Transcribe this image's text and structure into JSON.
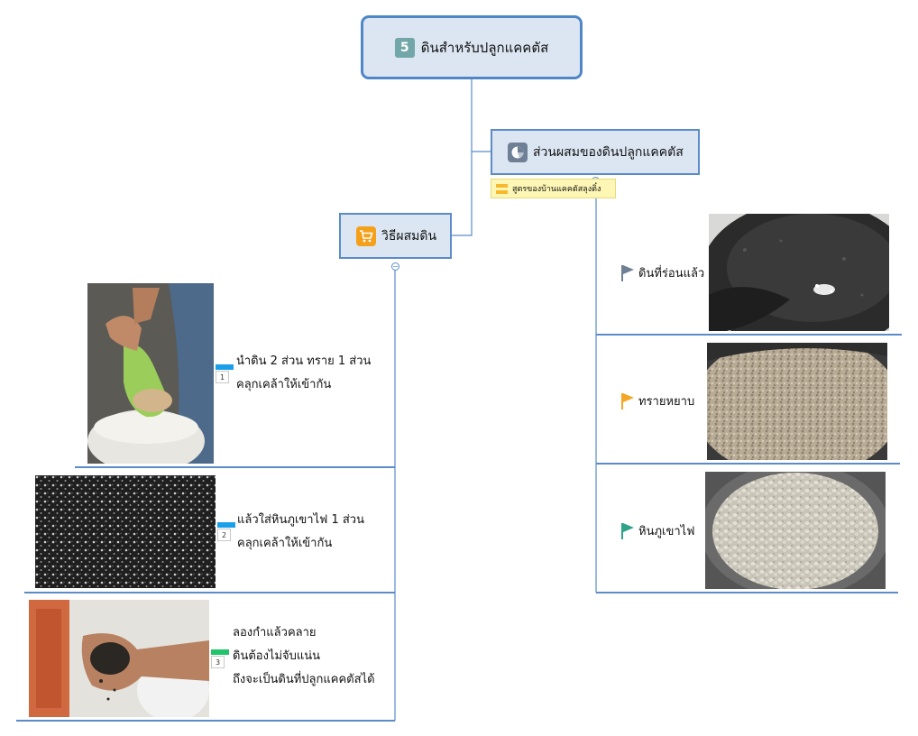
{
  "root": {
    "number": "5",
    "title": "ดินสำหรับปลูกแคคตัส"
  },
  "ratio_topic": {
    "title": "ส่วนผสมของดินปลูกแคคตัส",
    "icon": "pie-chart-icon",
    "note": "สูตรของบ้านแคคตัสลุงติ๋ง",
    "items": [
      {
        "label": "ดินที่ร่อนแล้ว",
        "flag_color": "#6f7f95",
        "photo": "sifted-soil-photo"
      },
      {
        "label": "ทรายหยาบ",
        "flag_color": "#f5a623",
        "photo": "coarse-sand-photo"
      },
      {
        "label": "หินภูเขาไฟ",
        "flag_color": "#2fa38a",
        "photo": "pumice-photo"
      }
    ]
  },
  "mix_topic": {
    "title": "วิธีผสมดิน",
    "icon": "cart-icon",
    "steps": [
      {
        "number": "1",
        "marker_color": "#1aa0e8",
        "lines": [
          "นำดิน 2 ส่วน ทราย 1 ส่วน",
          "คลุกเคล้าให้เข้ากัน"
        ]
      },
      {
        "number": "2",
        "marker_color": "#1aa0e8",
        "lines": [
          "แล้วใส่หินภูเขาไฟ 1 ส่วน",
          "คลุกเคล้าให้เข้ากัน"
        ]
      },
      {
        "number": "3",
        "marker_color": "#21c46b",
        "lines": [
          "ลองกำแล้วคลาย",
          "ดินต้องไม่จับแน่น",
          "ถึงจะเป็นดินที่ปลูกแคคตัสได้"
        ]
      }
    ]
  },
  "colors": {
    "connector": "#5b8cc8",
    "topic_fill": "#dce6f2",
    "note_fill": "#fdf6b4"
  }
}
